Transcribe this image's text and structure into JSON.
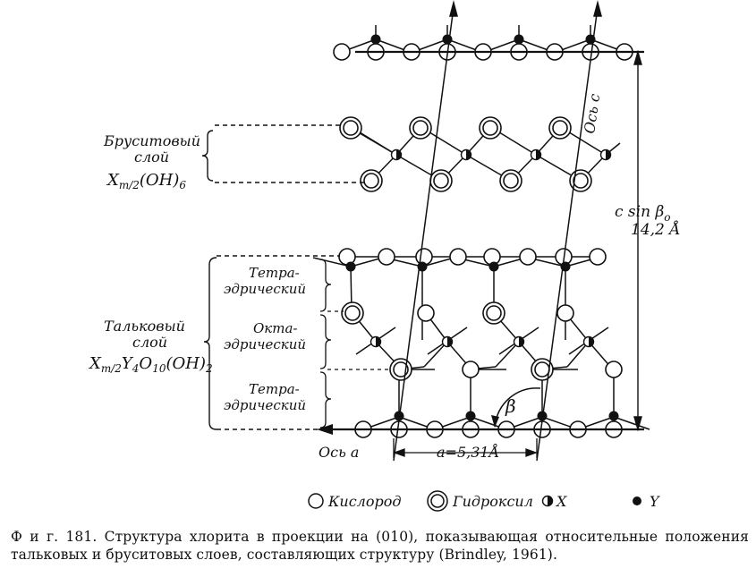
{
  "labels": {
    "brucite_title_1": "Бруситовый",
    "brucite_title_2": "слой",
    "brucite_formula": "X",
    "brucite_formula_sub": "m/2",
    "brucite_formula_rest": "(OH)",
    "brucite_formula_sub2": "6",
    "talc_title_1": "Тальковый",
    "talc_title_2": "слой",
    "talc_formula_a": "X",
    "talc_formula_sub_a": "m/2",
    "talc_formula_b": "Y",
    "talc_formula_sub_b": "4",
    "talc_formula_c": "O",
    "talc_formula_sub_c": "10",
    "talc_formula_d": "(OH)",
    "talc_formula_sub_d": "2",
    "tetra_1a": "Тетра-",
    "tetra_1b": "эдрический",
    "octa_a": "Окта-",
    "octa_b": "эдрический",
    "tetra_2a": "Тетра-",
    "tetra_2b": "эдрический",
    "axis_c": "Ось c",
    "axis_a": "Ось a",
    "a_param": "a=5,31Å",
    "beta": "β",
    "csinbeta": "c sin β",
    "csinbeta_sub": "o",
    "spacing": "14,2 Å"
  },
  "legend": {
    "oxygen": "Кислород",
    "hydroxyl": "Гидроксил",
    "x": "X",
    "y": "Y"
  },
  "caption": {
    "prefix": "Ф и г. 181.",
    "text": "Структура хлорита в проекции на (010), показывающая относительные положения тальковых и бруситовых слоев, составляющих структуру (Brindley, 1961)."
  }
}
